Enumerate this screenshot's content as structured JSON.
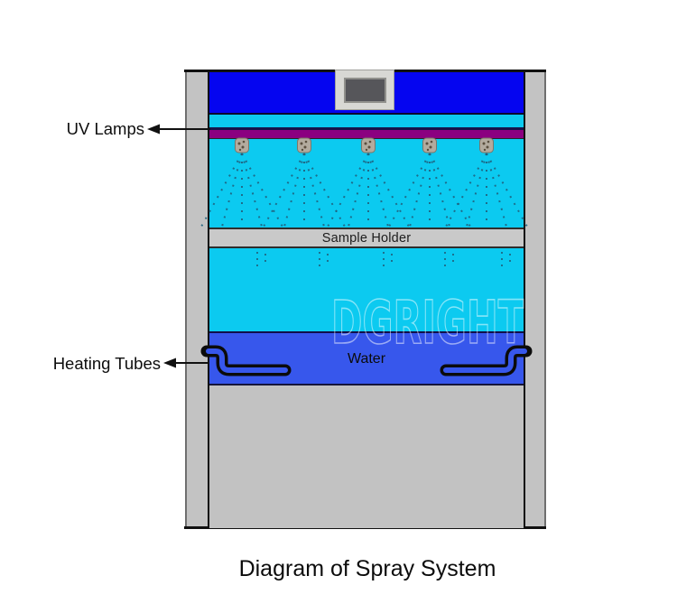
{
  "title": "Diagram of Spray System",
  "watermark": "DGRIGHT",
  "diagram": {
    "uv_lamps_label": "UV Lamps",
    "heating_tubes_label": "Heating Tubes",
    "sample_holder_label": "Sample Holder",
    "water_label": "Water"
  },
  "nozzles": {
    "count": 5,
    "x_positions": [
      268,
      337,
      408,
      476,
      539
    ]
  },
  "colors": {
    "cabinet_blue": "#0505F0",
    "chamber_cyan": "#0CCAF0",
    "uv_bar_purple": "#8B0080",
    "water_blue": "#3757EC",
    "frame_gray": "#C3C3C3",
    "spray_dot": "#20627F",
    "tube_black": "#0B0B0B",
    "nozzle_gray": "#B3AB9E",
    "screen_gray": "#56565A"
  }
}
